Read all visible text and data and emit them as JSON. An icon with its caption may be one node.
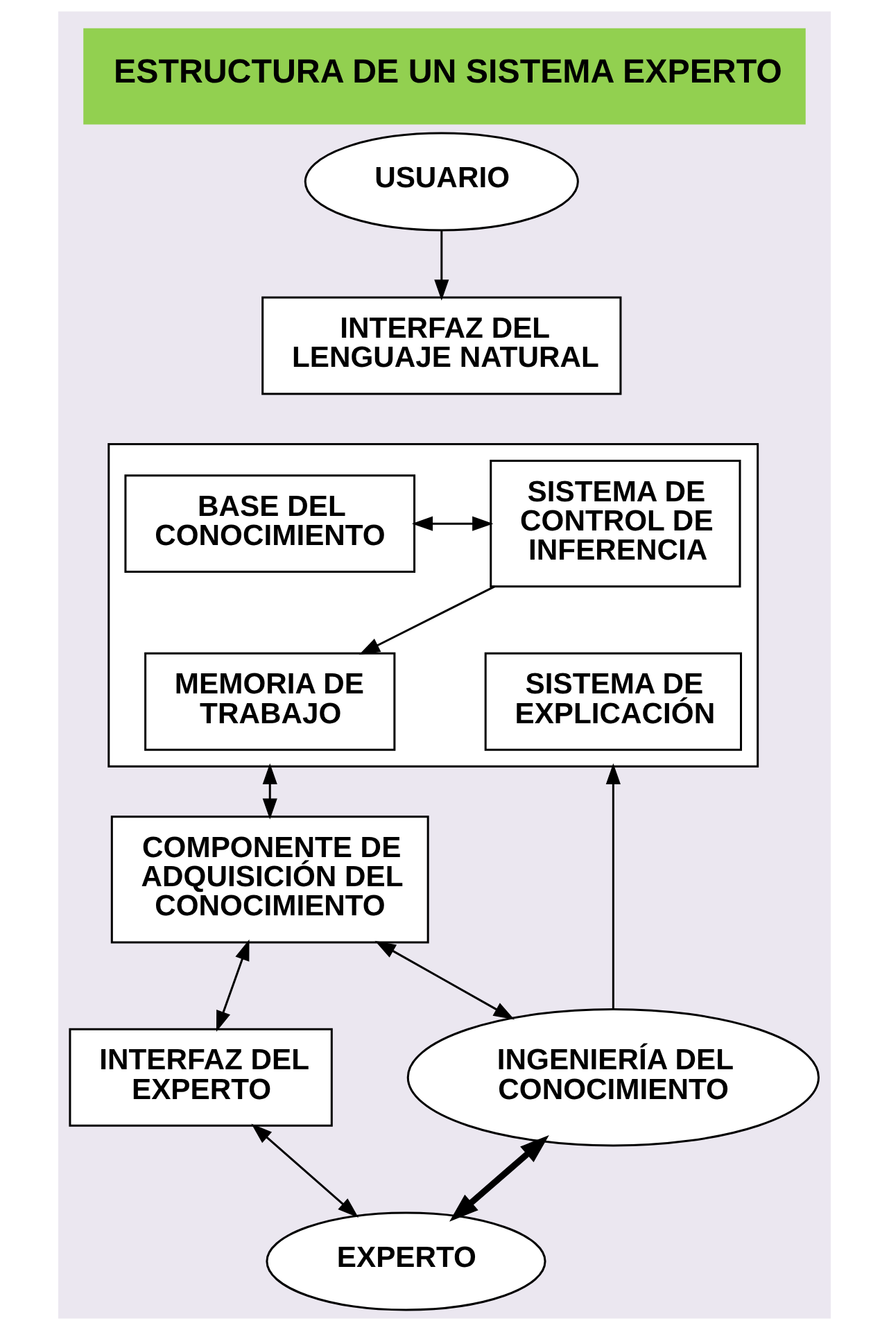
{
  "diagram": {
    "title": "ESTRUCTURA DE UN SISTEMA EXPERTO",
    "nodes": [
      {
        "text": [
          "USUARIO"
        ]
      },
      {
        "text": [
          "INTERFAZ DEL LENGUAJE NATURAL"
        ]
      },
      {
        "text": [],
        "shape": "box"
      },
      {
        "text": [
          "BASE DEL CONOCIMIENTO"
        ],
        "in": 2
      },
      {
        "text": [
          "SISTEMA DE CONTROL DE INFERENCIA"
        ],
        "in": 2
      },
      {
        "text": [
          "MEMORIA DE TRABAJO"
        ],
        "in": 2
      },
      {
        "text": [
          "SISTEMA DE EXPLICACIÓN"
        ],
        "in": 2
      },
      {
        "text": [
          "COMPONENTE DE ADQUISICIÓN DEL CONOCIMIENTO"
        ]
      },
      {
        "text": [
          "INGENIERÍA DEL CONOCIMIENTO"
        ]
      },
      {
        "text": [
          "INTERFAZ DEL EXPERTO"
        ]
      },
      {
        "text": [
          "EXPERTO"
        ]
      }
    ],
    "edges": [
      {
        "from": 0,
        "to": 1,
        "arrow": "to"
      },
      {
        "from": 3,
        "to": 4,
        "arrow": "both"
      },
      {
        "from": 4,
        "to": 5,
        "arrow": "to"
      },
      {
        "from": 2,
        "to": 7,
        "arrow": "both"
      },
      {
        "from": 7,
        "to": 9,
        "arrow": "both"
      },
      {
        "from": 8,
        "to": 7,
        "arrow": "both"
      },
      {
        "from": 8,
        "to": 2,
        "arrow": "to"
      },
      {
        "from": 9,
        "to": 10,
        "arrow": "both"
      },
      {
        "from": 10,
        "to": 8,
        "arrow": "both",
        "style": "thick"
      }
    ]
  }
}
